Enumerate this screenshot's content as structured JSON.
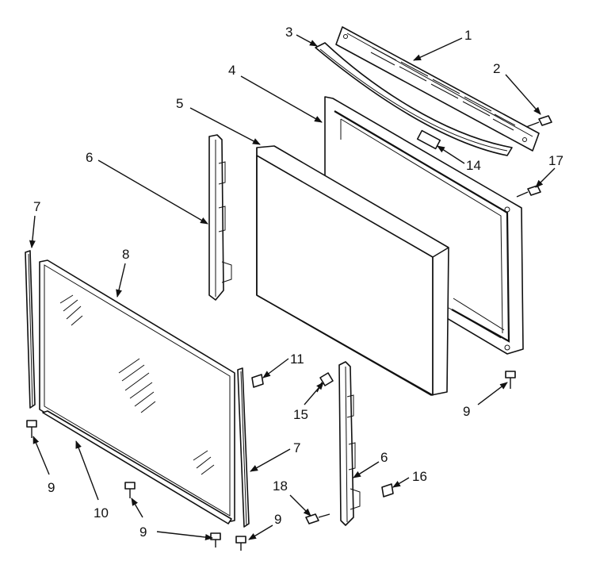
{
  "callouts": {
    "c1": "1",
    "c2": "2",
    "c3": "3",
    "c4": "4",
    "c5": "5",
    "c6a": "6",
    "c6b": "6",
    "c7a": "7",
    "c7b": "7",
    "c8": "8",
    "c9a": "9",
    "c9b": "9",
    "c9c": "9",
    "c9d": "9",
    "c10": "10",
    "c11": "11",
    "c14": "14",
    "c15": "15",
    "c16": "16",
    "c17": "17",
    "c18": "18"
  }
}
